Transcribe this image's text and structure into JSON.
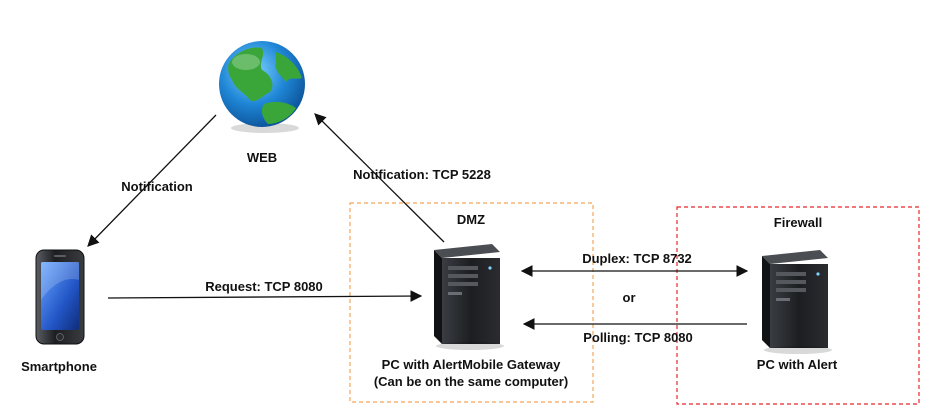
{
  "nodes": {
    "web": {
      "label": "WEB"
    },
    "smartphone": {
      "label": "Smartphone"
    },
    "gateway": {
      "label_line1": "PC with AlertMobile Gateway",
      "label_line2": "(Can be on the same computer)"
    },
    "alert_pc": {
      "label": "PC with Alert"
    }
  },
  "zones": {
    "dmz": {
      "label": "DMZ",
      "color": "#f5a55a"
    },
    "firewall": {
      "label": "Firewall",
      "color": "#e8282d"
    }
  },
  "edges": {
    "web_to_phone": {
      "label": "Notification"
    },
    "gateway_to_web": {
      "label": "Notification: TCP 5228"
    },
    "phone_to_gateway": {
      "label": "Request: TCP 8080"
    },
    "duplex": {
      "label": "Duplex: TCP 8732"
    },
    "or": {
      "label": "or"
    },
    "polling": {
      "label": "Polling: TCP 8080"
    }
  },
  "icons": [
    "globe-icon",
    "smartphone-icon",
    "server-tower-icon"
  ]
}
